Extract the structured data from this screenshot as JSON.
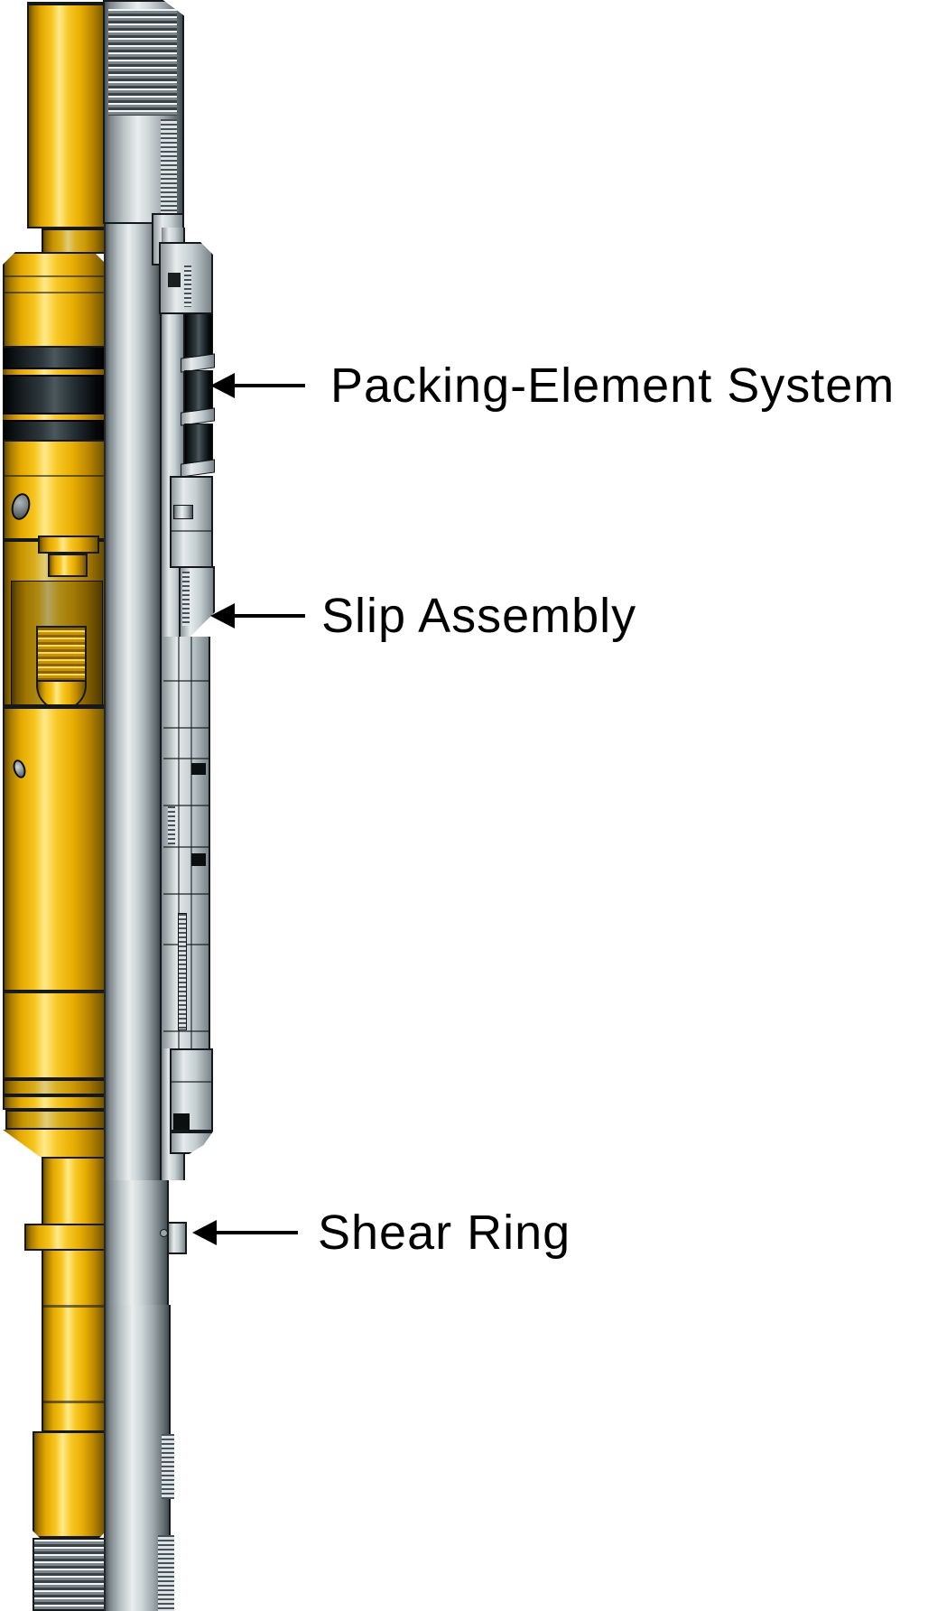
{
  "diagram": {
    "type": "technical-cutaway-diagram",
    "subject": "downhole packer tool cross-section",
    "background": "#ffffff",
    "labels": [
      {
        "id": "packing",
        "text": "Packing-Element System"
      },
      {
        "id": "slip",
        "text": "Slip Assembly"
      },
      {
        "id": "shear",
        "text": "Shear Ring"
      }
    ],
    "colors": {
      "gold_body": "#f2b70a",
      "gold_highlight": "#ffe98c",
      "gold_shadow": "#6a4d00",
      "steel_body": "#c9d2d5",
      "steel_highlight": "#e9edee",
      "steel_shadow": "#495256",
      "element_black": "#0c0f10",
      "outline": "#15191b",
      "label_text": "#000000",
      "arrow": "#000000"
    }
  }
}
